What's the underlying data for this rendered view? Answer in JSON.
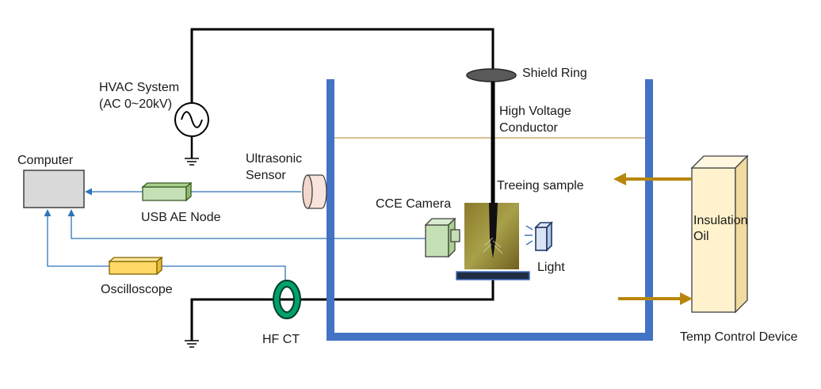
{
  "labels": {
    "hvac_line1": "HVAC System",
    "hvac_line2": "(AC 0~20kV)",
    "shield_ring": "Shield Ring",
    "hv_line1": "High Voltage",
    "hv_line2": "Conductor",
    "computer": "Computer",
    "ultrasonic_line1": "Ultrasonic",
    "ultrasonic_line2": "Sensor",
    "treeing_sample": "Treeing sample",
    "usb_ae_node": "USB AE Node",
    "cce_camera": "CCE Camera",
    "insulation_line1": "Insulation",
    "insulation_line2": "Oil",
    "light": "Light",
    "oscilloscope": "Oscilloscope",
    "hf_ct": "HF CT",
    "temp_control": "Temp Control Device"
  },
  "colors": {
    "wire": "#000000",
    "signal": "#2e75b6",
    "tank": "#4472c4",
    "oil_level": "#c09a52",
    "arrow": "#b8860b",
    "computer_fill": "#d9d9d9",
    "ae_node_fill": "#c5e0b4",
    "oscilloscope_fill": "#ffd966",
    "temp_device_fill": "#fff2cc",
    "hfct": "#00a070",
    "shield_ring_fill": "#595959"
  }
}
